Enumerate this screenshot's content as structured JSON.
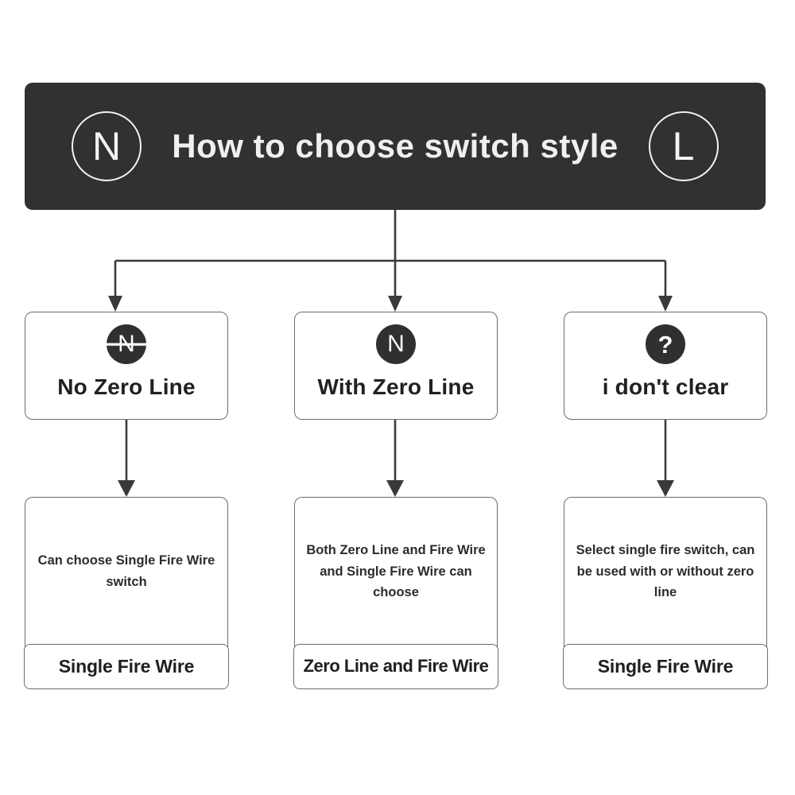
{
  "header": {
    "title": "How to choose switch style",
    "left_badge": "N",
    "right_badge": "L",
    "background_color": "#313131",
    "text_color": "#f0f0f0"
  },
  "options": [
    {
      "icon": "n-strikethrough-icon",
      "icon_glyph": "N",
      "label": "No Zero Line"
    },
    {
      "icon": "n-icon",
      "icon_glyph": "N",
      "label": "With Zero Line"
    },
    {
      "icon": "question-mark-icon",
      "icon_glyph": "?",
      "label": "i don't clear"
    }
  ],
  "results": [
    {
      "description": "Can choose Single Fire Wire switch",
      "footer": "Single Fire Wire"
    },
    {
      "description": "Both Zero Line and Fire Wire and Single Fire Wire can choose",
      "footer": "Zero Line and Fire Wire"
    },
    {
      "description": "Select single fire switch, can be used with or without zero line",
      "footer": "Single Fire Wire"
    }
  ],
  "colors": {
    "banner": "#313131",
    "badge_fill": "#303030",
    "card_border": "#6d6d6d",
    "connector": "#3a3a3a",
    "page_background": "#ffffff"
  }
}
